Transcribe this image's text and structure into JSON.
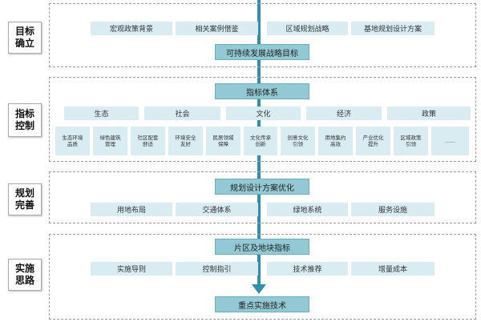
{
  "sidebar": {
    "s1": "目标\n确立",
    "s2": "指标\n控制",
    "s3": "规划\n完善",
    "s4": "实施\n思路"
  },
  "section1": {
    "items": [
      "宏观政策背景",
      "相关案例借鉴",
      "区域规划战略",
      "基地规划设计方案"
    ],
    "main": "可持续发展战略目标"
  },
  "section2": {
    "main": "指标体系",
    "categories": [
      "生态",
      "社会",
      "文化",
      "经济",
      "政策"
    ],
    "indicators": [
      "生态环境\n品质",
      "绿色建筑\n管理",
      "社区配套\n舒适",
      "环境安全\n友好",
      "民居领域\n保障",
      "文化传承\n创新",
      "创意文化\n引领",
      "用地集约\n高效",
      "产业优化\n提升",
      "区域政策\n引领",
      "……"
    ]
  },
  "section3": {
    "main": "规划设计方案优化",
    "items": [
      "用地布局",
      "交通体系",
      "绿地系统",
      "服务设施"
    ]
  },
  "section4": {
    "main": "片区及地块指标",
    "items": [
      "实施导则",
      "控制指引",
      "技术推荐",
      "增量成本"
    ],
    "final": "重点实施技术"
  },
  "colors": {
    "light_box": "#d9ecf2",
    "dark_box": "#93c9d4",
    "arrow": "#2e8fb0"
  }
}
